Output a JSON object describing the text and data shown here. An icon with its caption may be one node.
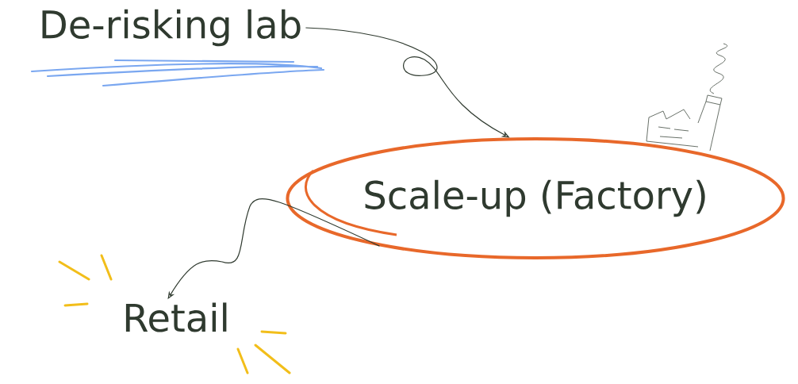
{
  "diagram": {
    "nodes": [
      {
        "text": [
          "De-risking lab"
        ]
      },
      {
        "text": [
          "Scale-up (Factory)"
        ]
      },
      {
        "text": [
          "Retail"
        ]
      }
    ],
    "edges": [
      {
        "from": 0,
        "to": 1,
        "arrow": "to"
      },
      {
        "from": 1,
        "to": 2,
        "arrow": "to"
      }
    ]
  }
}
